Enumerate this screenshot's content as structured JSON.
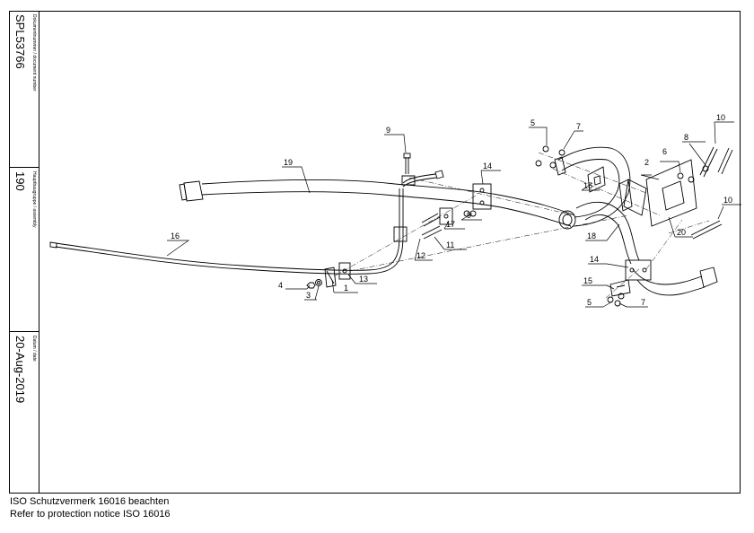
{
  "title_block": {
    "document_number_label": "Dokumentnummer / document number",
    "document_number": "SPL53766",
    "assembly_label": "Hauptbaugruppe / assembly",
    "assembly": "190",
    "date_label": "Datum / date",
    "date": "20-Aug-2019"
  },
  "notice": {
    "line1": "ISO Schutzvermerk 16016 beachten",
    "line2": "Refer to protection notice ISO 16016"
  },
  "callouts": [
    "1",
    "2",
    "3",
    "4",
    "5",
    "6",
    "7",
    "8",
    "9",
    "10",
    "11",
    "12",
    "13",
    "14",
    "15",
    "16",
    "17",
    "18",
    "19",
    "20"
  ]
}
